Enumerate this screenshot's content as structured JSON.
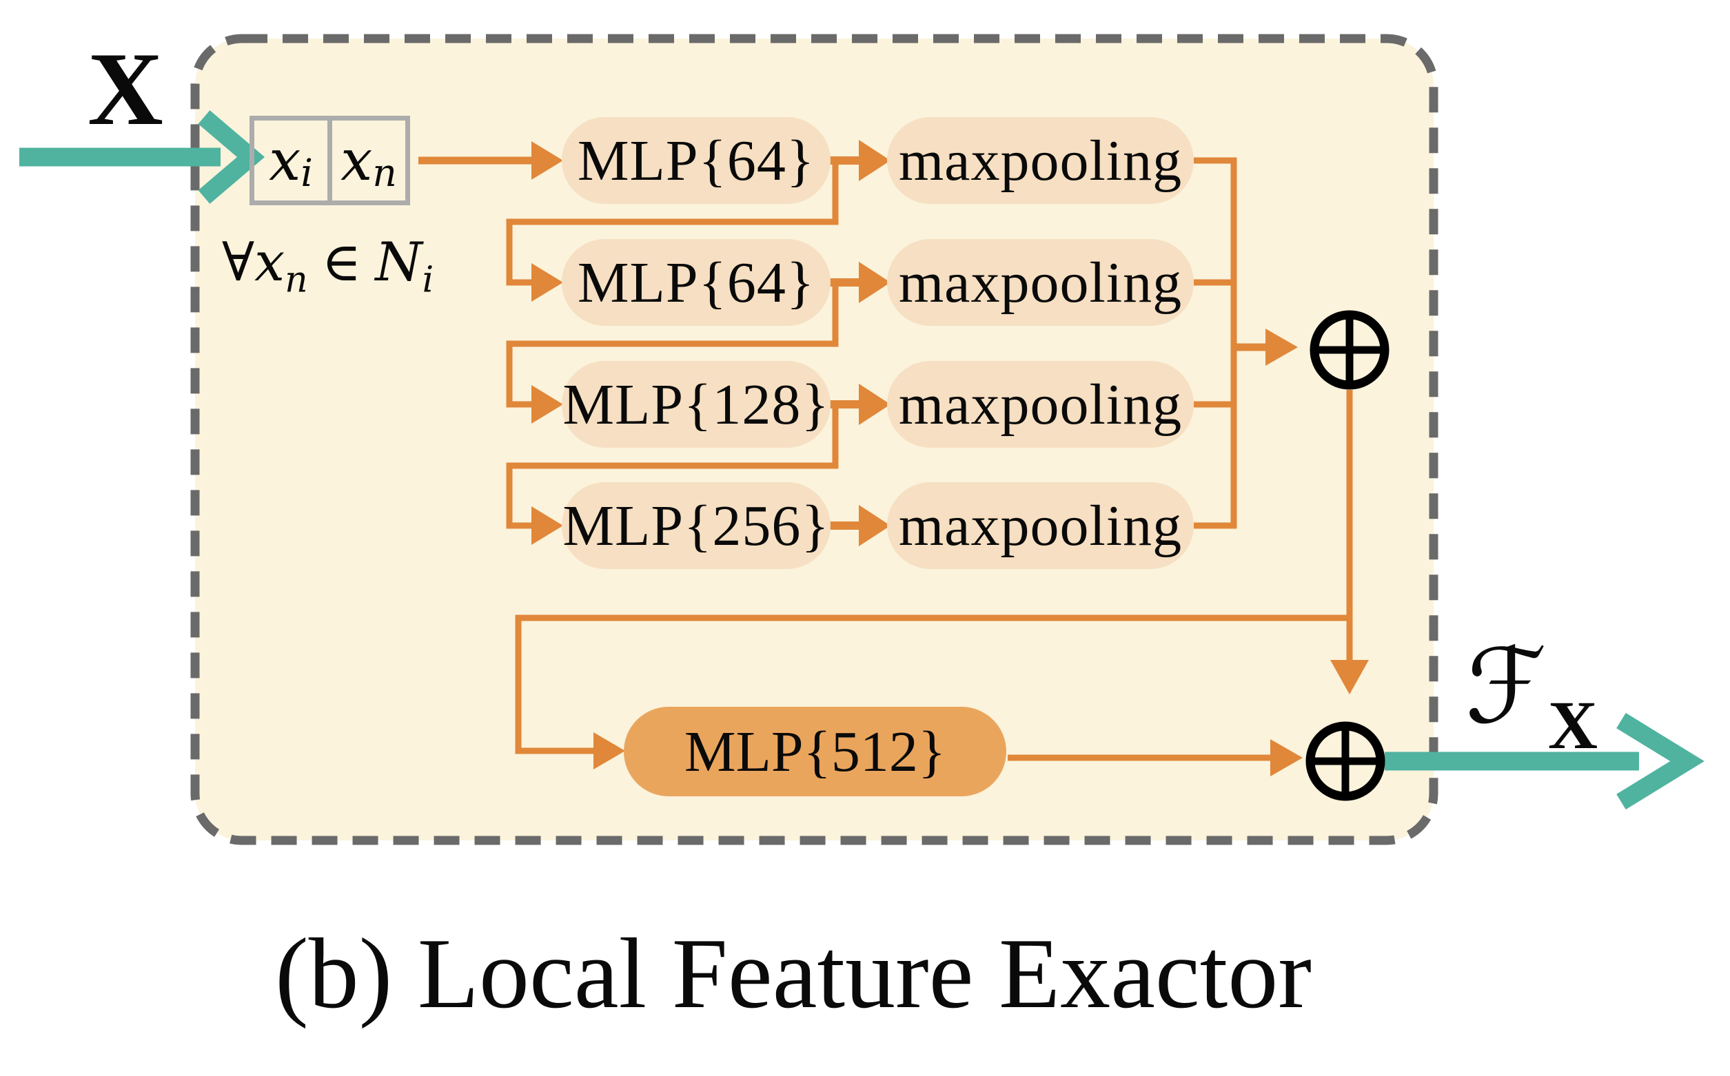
{
  "caption": "(b) Local Feature Exactor",
  "input": {
    "source_label": "X",
    "cells": [
      {
        "base": "x",
        "sub": "i"
      },
      {
        "base": "x",
        "sub": "n"
      }
    ],
    "neighborhood_note": {
      "forall": "∀",
      "var": "x",
      "var_sub": "n",
      "element_of": "∈",
      "set": "N",
      "set_sub": "i"
    }
  },
  "layers": {
    "rows": [
      {
        "mlp": "MLP{64}",
        "pooling": "maxpooling"
      },
      {
        "mlp": "MLP{64}",
        "pooling": "maxpooling"
      },
      {
        "mlp": "MLP{128}",
        "pooling": "maxpooling"
      },
      {
        "mlp": "MLP{256}",
        "pooling": "maxpooling"
      }
    ],
    "final_mlp": "MLP{512}"
  },
  "operators": {
    "concat_top": "⊕",
    "concat_bottom": "⊕"
  },
  "output": {
    "feature_symbol": "ℱ",
    "feature_sub": "X"
  },
  "colors": {
    "page_background": "#ffffff",
    "panel_fill": "#fbf3dc",
    "panel_border": "#6a6a6a",
    "pill_fill": "#f6dfc2",
    "final_mlp_fill": "#eaa55d",
    "connector_orange": "#e0873a",
    "io_teal": "#4fb3a0",
    "cell_border": "#acacac",
    "text": "#0a0a0a"
  }
}
